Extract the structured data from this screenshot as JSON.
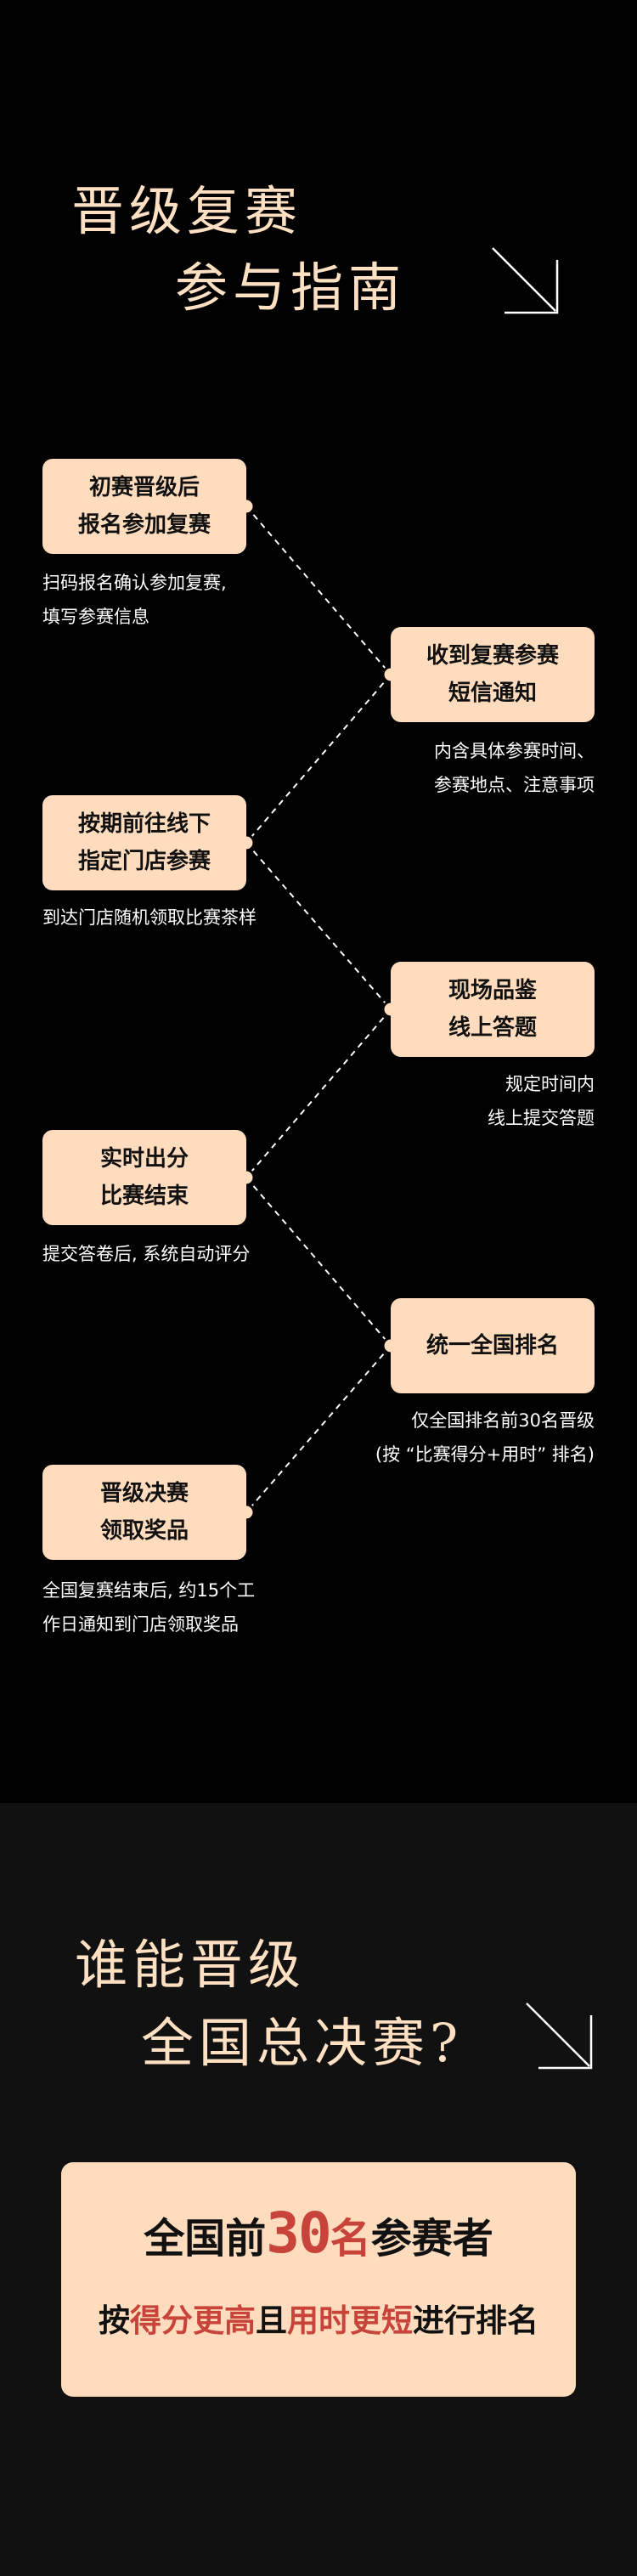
{
  "guide": {
    "title_line1": "晋级复赛",
    "title_line2": "参与指南",
    "steps": [
      {
        "box_line1": "初赛晋级后",
        "box_line2": "报名参加复赛",
        "desc_line1": "扫码报名确认参加复赛,",
        "desc_line2": "填写参赛信息"
      },
      {
        "box_line1": "收到复赛参赛",
        "box_line2": "短信通知",
        "desc_line1": "内含具体参赛时间、",
        "desc_line2": "参赛地点、注意事项"
      },
      {
        "box_line1": "按期前往线下",
        "box_line2": "指定门店参赛",
        "desc_line1": "到达门店随机领取比赛茶样"
      },
      {
        "box_line1": "现场品鉴",
        "box_line2": "线上答题",
        "desc_line1": "规定时间内",
        "desc_line2": "线上提交答题"
      },
      {
        "box_line1": "实时出分",
        "box_line2": "比赛结束",
        "desc_line1": "提交答卷后, 系统自动评分"
      },
      {
        "box_line1": "统一全国排名",
        "desc_line1": "仅全国排名前30名晋级",
        "desc_line2": "(按 “比赛得分+用时” 排名)"
      },
      {
        "box_line1": "晋级决赛",
        "box_line2": "领取奖品",
        "desc_line1": "全国复赛结束后, 约15个工",
        "desc_line2": "作日通知到门店领取奖品"
      }
    ]
  },
  "qualify": {
    "title_line1": "谁能晋级",
    "title_line2": "全国总决赛?",
    "line1_pre": "全国前",
    "line1_num": "30",
    "line1_unit": "名",
    "line1_post": "参赛者",
    "line2_p1": "按",
    "line2_p2": "得分更高",
    "line2_p3": "且",
    "line2_p4": "用时更短",
    "line2_p5": "进行排名"
  },
  "colors": {
    "accent": "#ffdcbd",
    "title": "#ffe0c2",
    "highlight": "#c8443a"
  }
}
